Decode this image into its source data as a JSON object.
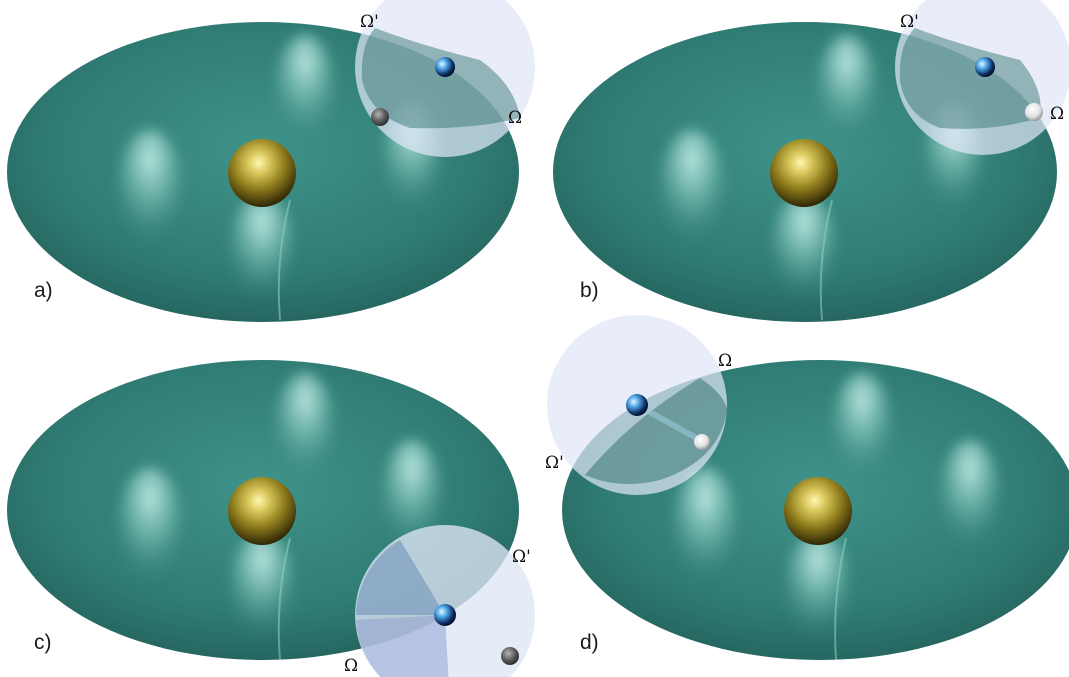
{
  "figure": {
    "panels": [
      {
        "id": "a",
        "label": "a)",
        "omega_label": "Ω",
        "omega_prime_label": "Ω'"
      },
      {
        "id": "b",
        "label": "b)",
        "omega_label": "Ω",
        "omega_prime_label": "Ω'"
      },
      {
        "id": "c",
        "label": "c)",
        "omega_label": "Ω",
        "omega_prime_label": "Ω'"
      },
      {
        "id": "d",
        "label": "d)",
        "omega_label": "Ω",
        "omega_prime_label": "Ω'"
      }
    ],
    "colors": {
      "surface": "#2e7b73",
      "surface_edge": "#24645e",
      "peak_glow": "#b9ece4",
      "central_sphere": "#b5a22a",
      "blue_body": "#2a7fd0",
      "light_disk": "#dfe6f6",
      "dark_sphere": "#4a4a4a",
      "white_sphere": "#f2f2f2"
    }
  }
}
